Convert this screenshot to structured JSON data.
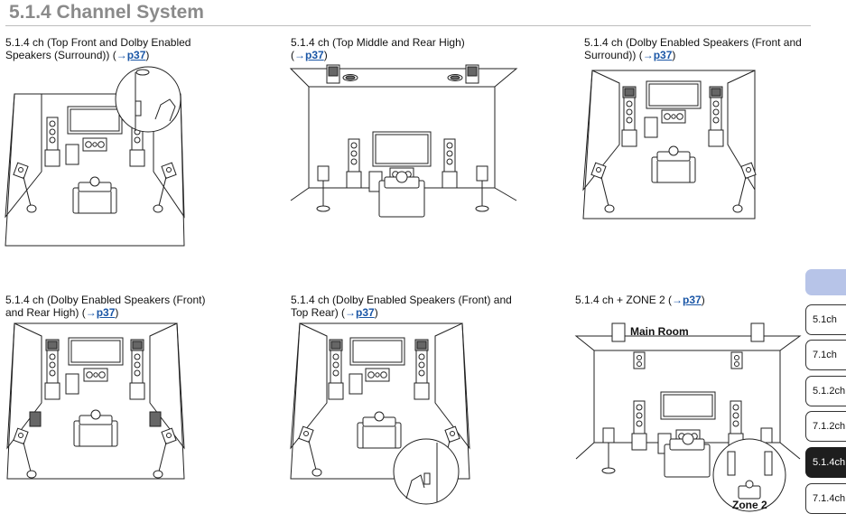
{
  "page": {
    "title": "5.1.4 Channel System"
  },
  "sections": [
    {
      "line1": "5.1.4 ch (Top Front and Dolby Enabled",
      "line2": "Speakers (Surround)) (",
      "arrow": "→",
      "link": "p37",
      "close": ")"
    },
    {
      "line1": "5.1.4 ch (Top Middle and Rear High)",
      "line2": "(",
      "arrow": "→",
      "link": "p37",
      "close": ")"
    },
    {
      "line1": "5.1.4 ch (Dolby Enabled Speakers (Front and",
      "line2": "Surround)) (",
      "arrow": "→",
      "link": "p37",
      "close": ")"
    },
    {
      "line1": "5.1.4 ch (Dolby Enabled Speakers (Front)",
      "line2": "and Rear High) (",
      "arrow": "→",
      "link": "p37",
      "close": ")"
    },
    {
      "line1": "5.1.4 ch (Dolby Enabled Speakers (Front) and",
      "line2": "Top Rear) (",
      "arrow": "→",
      "link": "p37",
      "close": ")"
    },
    {
      "line1": "5.1.4 ch + ZONE 2 (",
      "arrow": "→",
      "link": "p37",
      "close": ")"
    }
  ],
  "diagram_labels": {
    "main_room": "Main Room",
    "zone2": "Zone 2"
  },
  "side_tabs": [
    {
      "label": "5.1ch",
      "active": false
    },
    {
      "label": "7.1ch",
      "active": false
    },
    {
      "label": "5.1.2ch",
      "active": false
    },
    {
      "label": "7.1.2ch",
      "active": false
    },
    {
      "label": "5.1.4ch",
      "active": true
    },
    {
      "label": "7.1.4ch",
      "active": false
    }
  ]
}
